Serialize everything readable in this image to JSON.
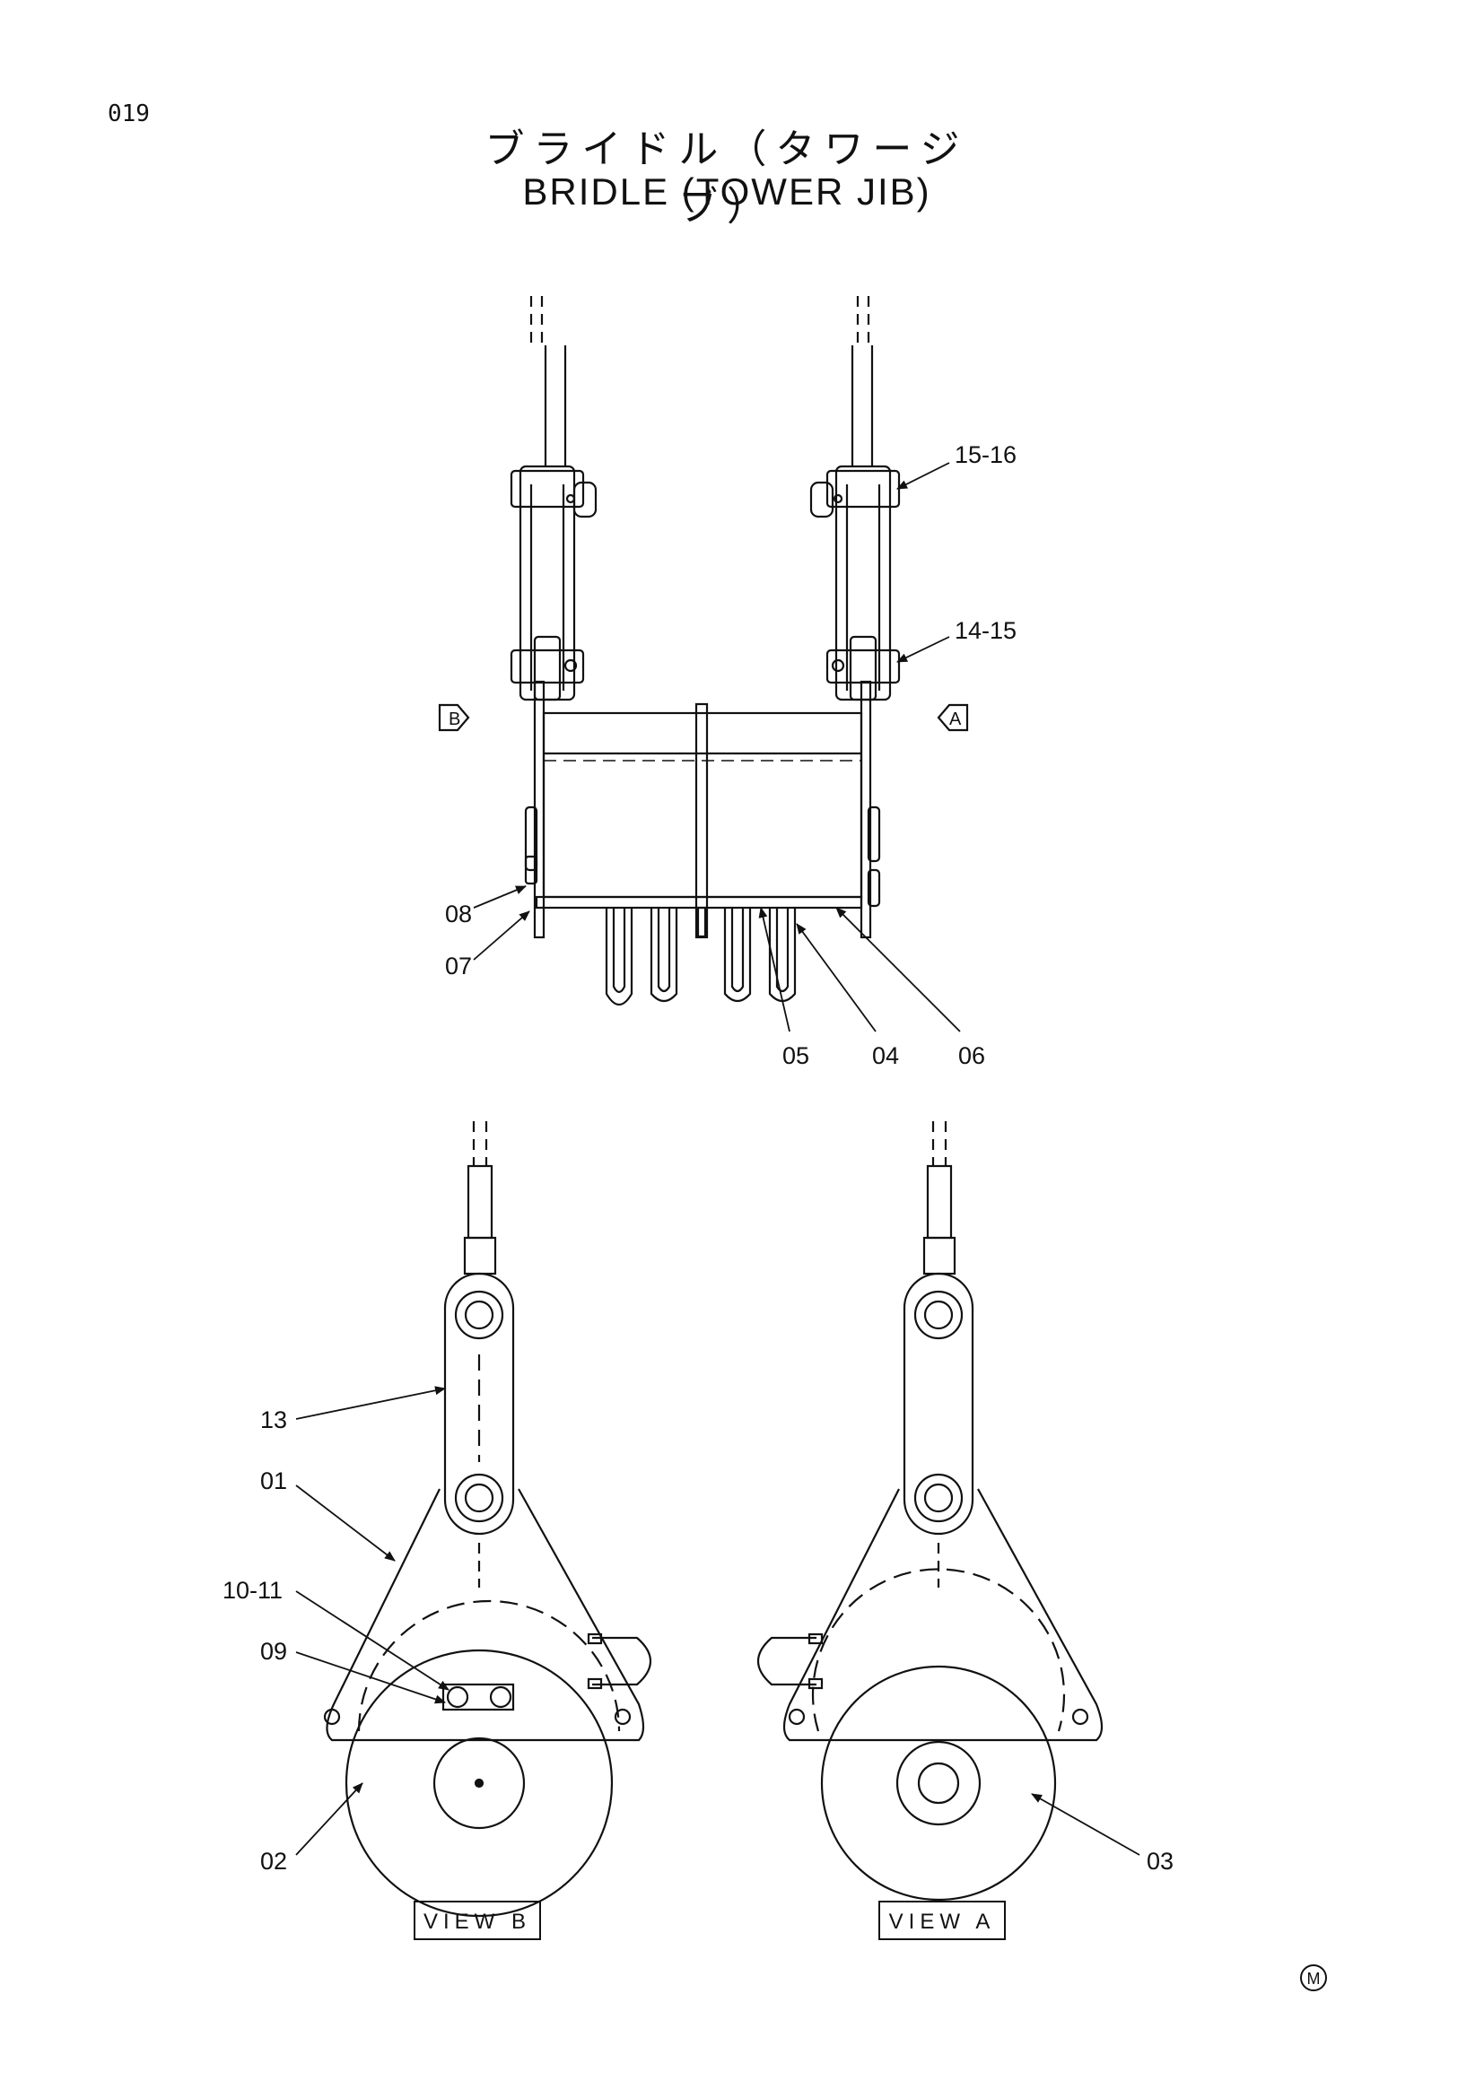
{
  "page_number": "019",
  "title_jp": "ブライドル（タワージブ）",
  "title_en": "BRIDLE (TOWER JIB)",
  "view_markers": {
    "b": "B",
    "a": "A"
  },
  "callouts": {
    "c15_16": "15-16",
    "c14_15": "14-15",
    "c08": "08",
    "c07": "07",
    "c05": "05",
    "c04": "04",
    "c06": "06",
    "c13": "13",
    "c01": "01",
    "c10_11": "10-11",
    "c09": "09",
    "c02": "02",
    "c03": "03"
  },
  "view_labels": {
    "view_b": "VIEW B",
    "view_a": "VIEW A"
  },
  "corner_mark": "M"
}
